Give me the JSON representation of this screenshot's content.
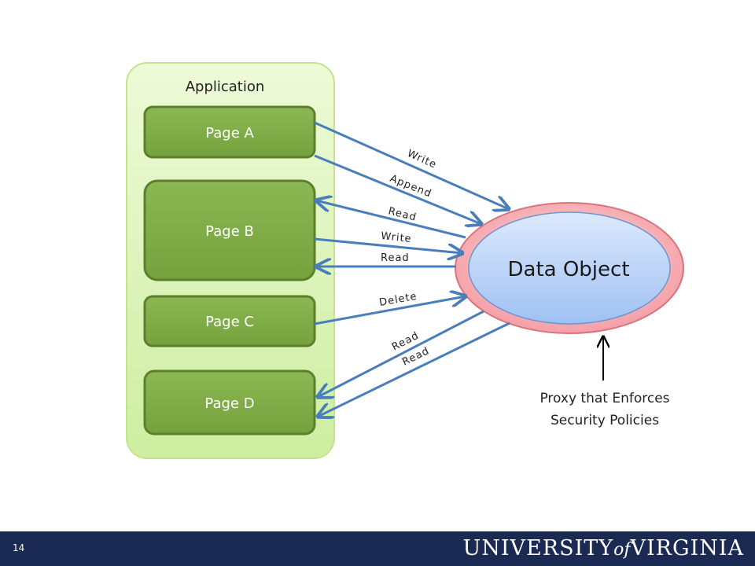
{
  "diagram": {
    "container_label": "Application",
    "pages": {
      "a": "Page A",
      "b": "Page B",
      "c": "Page C",
      "d": "Page D"
    },
    "data_object": "Data Object",
    "edges": {
      "write_a": "Write",
      "append_a": "Append",
      "read_b": "Read",
      "write_b": "Write",
      "read_b2": "Read",
      "delete_c": "Delete",
      "read_d1": "Read",
      "read_d2": "Read"
    },
    "proxy_caption": [
      "Proxy that Enforces",
      "Security Policies"
    ]
  },
  "footer": {
    "slide_number": "14",
    "logo_text": "UNIVERSITY of VIRGINIA"
  },
  "colors": {
    "page_fill": "#7fab45",
    "container_fill": "#d6f2a6",
    "arrow": "#4a7ebb",
    "proxy_ring": "#f4a0a6",
    "object_fill": "#a8c8f5",
    "footer": "#1b2a52"
  }
}
